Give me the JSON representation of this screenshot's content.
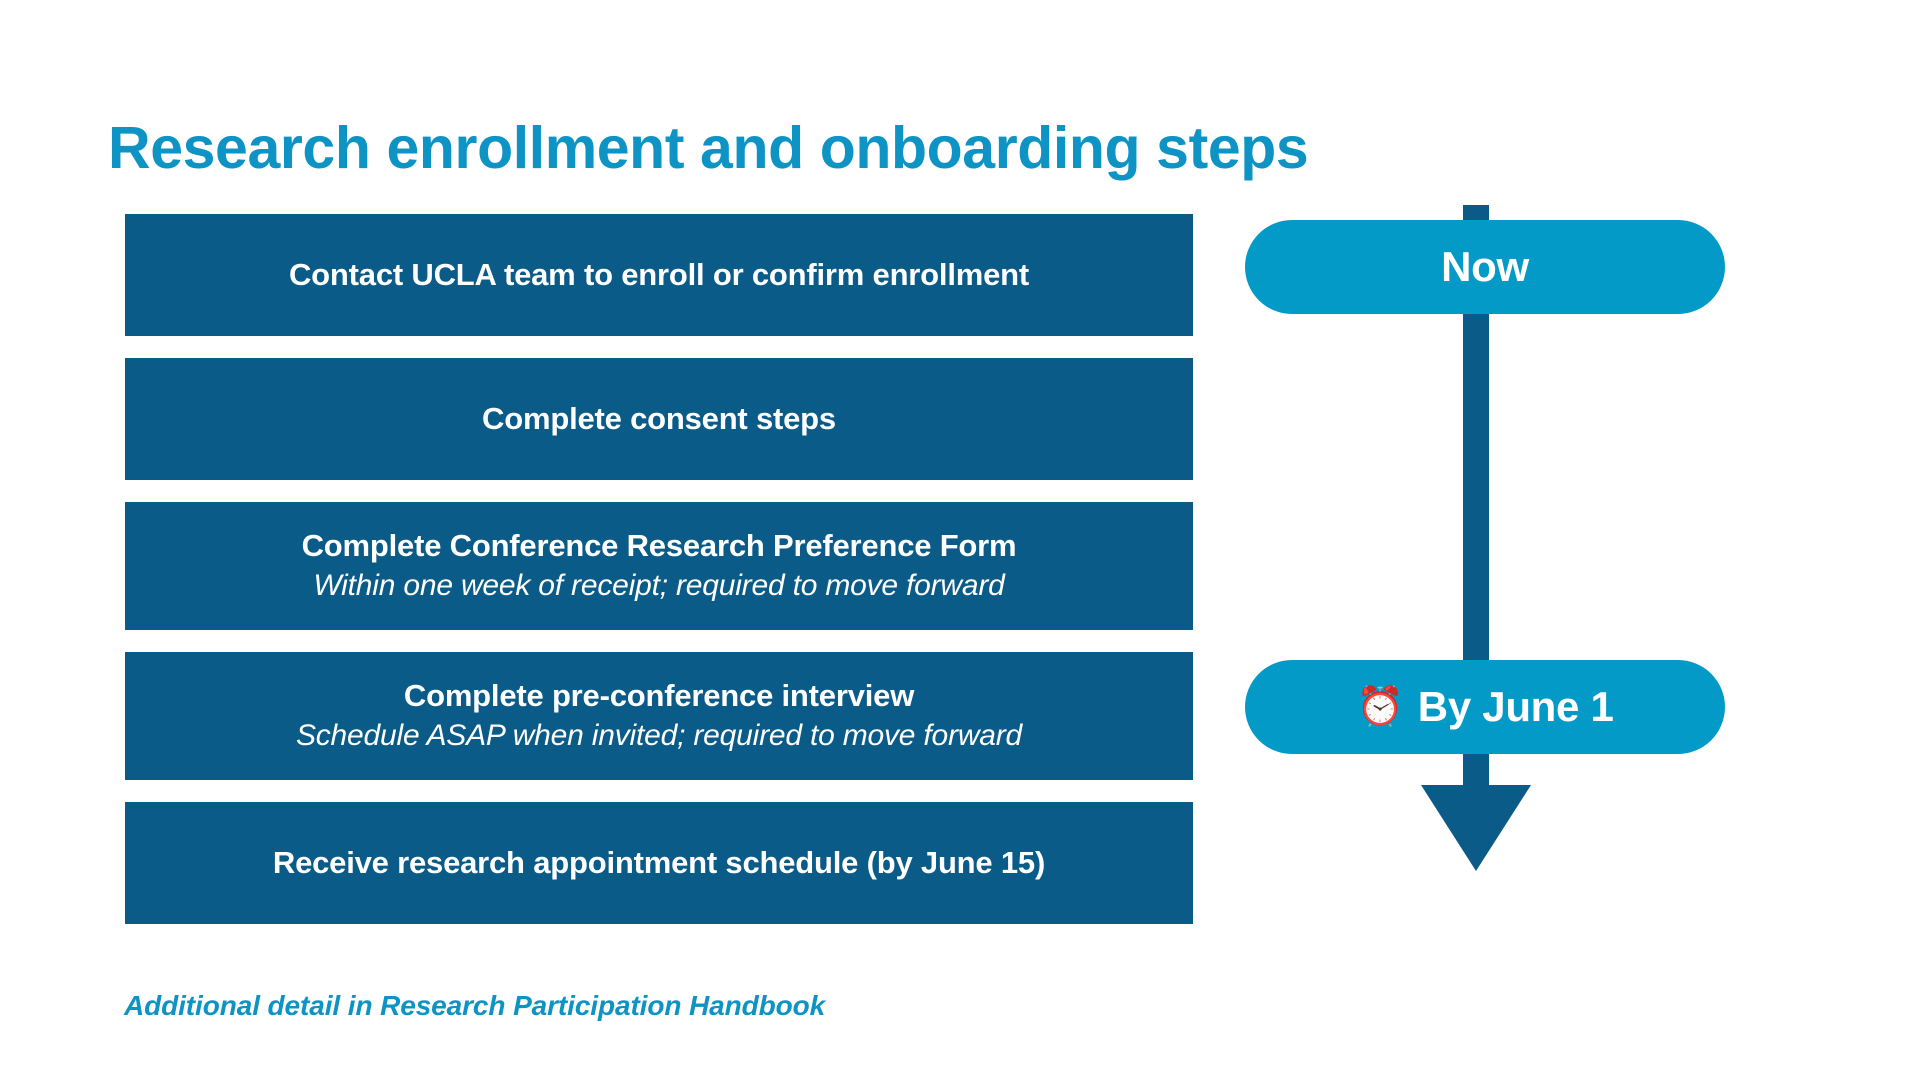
{
  "slide": {
    "title": "Research enrollment and onboarding steps",
    "footer_note": "Additional detail in Research Participation Handbook",
    "colors": {
      "accent_cyan": "#0d93c4",
      "pill_cyan": "#039ac7",
      "box_dark_blue": "#0a5b87",
      "text_white": "#ffffff",
      "background": "#ffffff"
    }
  },
  "steps": [
    {
      "title": "Contact UCLA team to enroll or confirm enrollment",
      "subtitle": ""
    },
    {
      "title": "Complete consent steps",
      "subtitle": ""
    },
    {
      "title": "Complete Conference Research Preference Form",
      "subtitle": "Within one week of receipt; required to move forward"
    },
    {
      "title": "Complete pre-conference interview",
      "subtitle": "Schedule ASAP when invited; required to move forward"
    },
    {
      "title": "Receive research appointment schedule (by June 15)",
      "subtitle": ""
    }
  ],
  "timeline": {
    "markers": [
      {
        "label": "Now",
        "icon": ""
      },
      {
        "label": "By June 1",
        "icon": "⏰"
      }
    ],
    "arrow_direction": "down"
  }
}
